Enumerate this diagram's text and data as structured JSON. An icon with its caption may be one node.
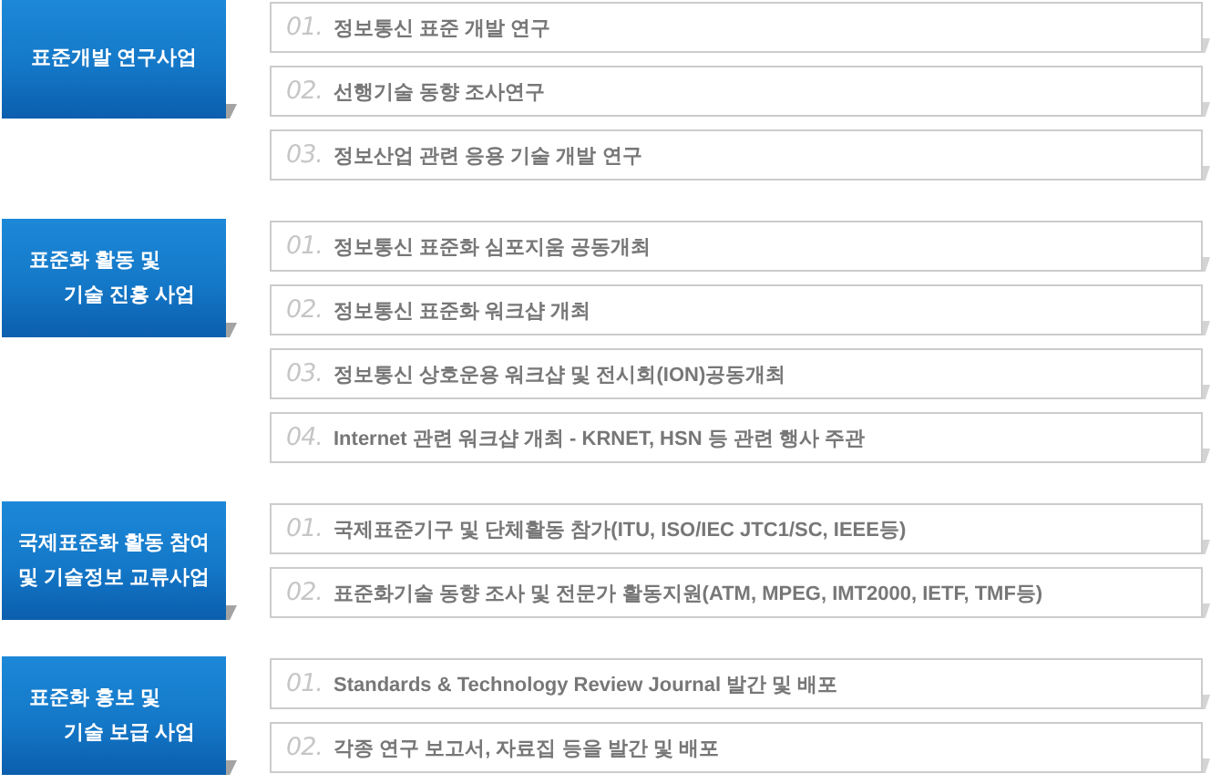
{
  "diagram": {
    "nodes": [
      {
        "text": [
          "표준개발 연구사업"
        ]
      },
      {
        "text": [
          "01.",
          "정보통신 표준 개발 연구"
        ]
      },
      {
        "text": [
          "02.",
          "선행기술 동향 조사연구"
        ]
      },
      {
        "text": [
          "03.",
          "정보산업 관련 응용 기술 개발 연구"
        ]
      },
      {
        "text": [
          "표준화 활동 및 기술 진흥 사업"
        ]
      },
      {
        "text": [
          "01.",
          "정보통신 표준화 심포지움 공동개최"
        ]
      },
      {
        "text": [
          "02.",
          "정보통신 표준화 워크샵 개최"
        ]
      },
      {
        "text": [
          "03.",
          "정보통신 상호운용 워크샵 및 전시회(ION)공동개최"
        ]
      },
      {
        "text": [
          "04.",
          "Internet 관련 워크샵 개최 - KRNET, HSN 등 관련 행사 주관"
        ]
      },
      {
        "text": [
          "국제표준화 활동 참여 및 기술정보 교류사업"
        ]
      },
      {
        "text": [
          "01.",
          "국제표준기구 및 단체활동 참가(ITU, ISO/IEC JTC1/SC, IEEE등)"
        ]
      },
      {
        "text": [
          "02.",
          "표준화기술 동향 조사 및 전문가 활동지원(ATM, MPEG, IMT2000, IETF, TMF등)"
        ]
      },
      {
        "text": [
          "표준화 홍보 및 기술 보급 사업"
        ]
      },
      {
        "text": [
          "01.",
          "Standards & Technology Review Journal 발간 및 배포"
        ]
      },
      {
        "text": [
          "02.",
          "각종 연구 보고서, 자료집 등을 발간 및 배포"
        ]
      }
    ]
  }
}
